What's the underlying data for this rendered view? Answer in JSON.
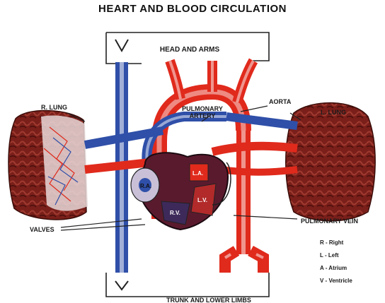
{
  "title": "HEART AND BLOOD CIRCULATION",
  "labels": {
    "head_arms": "HEAD AND ARMS",
    "r_lung": "R. LUNG",
    "l_lung": "L. LUNG",
    "aorta": "AORTA",
    "pulmonary_artery_1": "PULMONARY",
    "pulmonary_artery_2": "ARTERY",
    "ra": "R.A.",
    "la": "L.A.",
    "rv": "R.V.",
    "lv": "L.V.",
    "valves": "VALVES",
    "pulmonary_vein": "PULMONARY VEIN",
    "trunk": "TRUNK AND LOWER LIMBS"
  },
  "legend": [
    "R - Right",
    "L - Left",
    "A - Atrium",
    "V - Ventricle"
  ],
  "colors": {
    "artery_red": "#e02a1c",
    "vein_blue": "#2f4fa8",
    "lung": "#7a1f1a",
    "heart": "#5a1a2e",
    "outline": "#222222"
  }
}
